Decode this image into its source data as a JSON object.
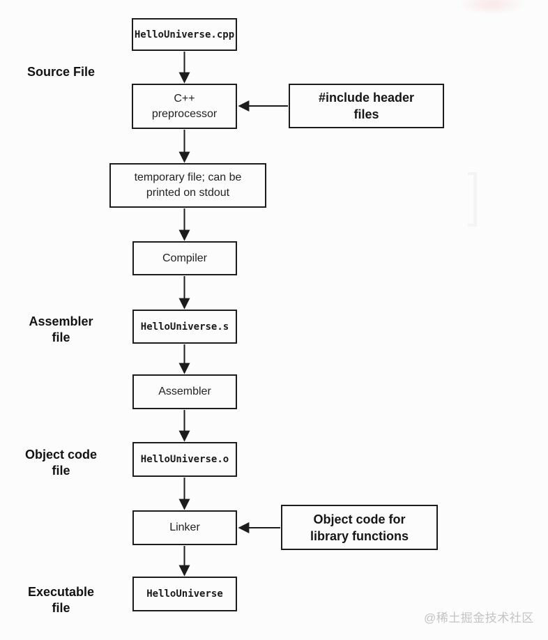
{
  "nodes": {
    "source_file_box": {
      "text": "HelloUniverse.cpp"
    },
    "preprocessor": {
      "line1": "C++",
      "line2": "preprocessor"
    },
    "include_headers": {
      "line1": "#include header",
      "line2": "files"
    },
    "temp_file": {
      "line1": "temporary file; can be",
      "line2": "printed on stdout"
    },
    "compiler": {
      "text": "Compiler"
    },
    "assembler_file": {
      "text": "HelloUniverse.s"
    },
    "assembler": {
      "text": "Assembler"
    },
    "object_file": {
      "text": "HelloUniverse.o"
    },
    "linker": {
      "text": "Linker"
    },
    "library_object": {
      "line1": "Object code for",
      "line2": "library functions"
    },
    "executable_box": {
      "text": "HelloUniverse"
    }
  },
  "stage_labels": {
    "source": {
      "line1": "Source File"
    },
    "assembler": {
      "line1": "Assembler",
      "line2": "file"
    },
    "object": {
      "line1": "Object code",
      "line2": "file"
    },
    "executable": {
      "line1": "Executable",
      "line2": "file"
    }
  },
  "watermark": "@稀土掘金技术社区",
  "colors": {
    "line": "#1c1c1c",
    "background": "#fcfcfc",
    "watermark": "#c3c3c3"
  }
}
